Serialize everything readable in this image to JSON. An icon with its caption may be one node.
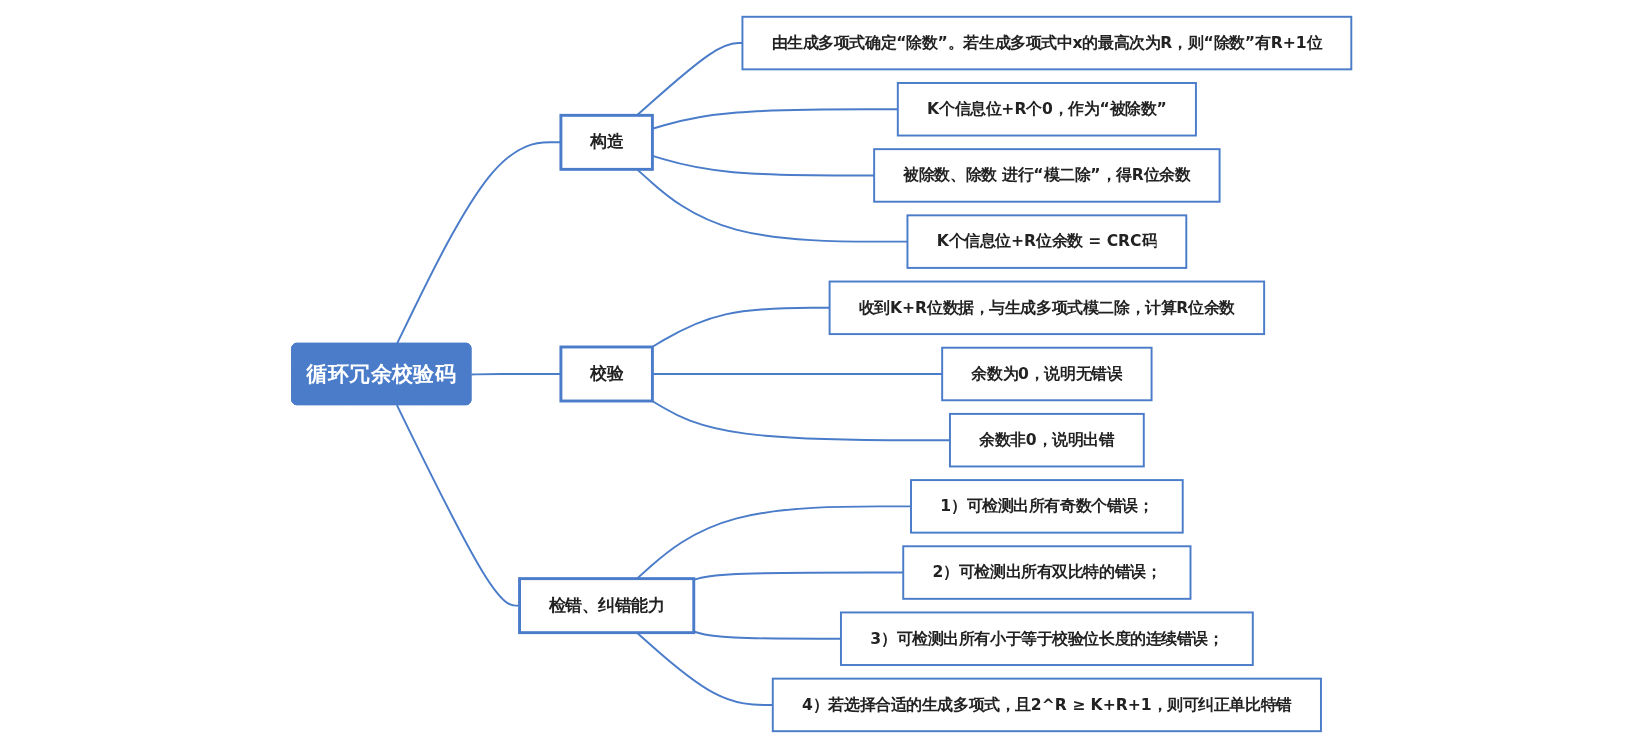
{
  "diagram": {
    "nodes": [
      {
        "text": [
          "循环冗余校验码"
        ]
      },
      {
        "text": [
          "构造"
        ]
      },
      {
        "text": [
          "由生成多项式确定“除数”。若生成多项式中x的最高次为R，则“除数”有R+1位"
        ]
      },
      {
        "text": [
          "K个信息位+R个0，作为“被除数”"
        ]
      },
      {
        "text": [
          "被除数、除数 进行“模二除”，得R位余数"
        ]
      },
      {
        "text": [
          "K个信息位+R位余数 = CRC码"
        ]
      },
      {
        "text": [
          "校验"
        ]
      },
      {
        "text": [
          "收到K+R位数据，与生成多项式模二除，计算R位余数"
        ]
      },
      {
        "text": [
          "余数为0，说明无错误"
        ]
      },
      {
        "text": [
          "余数非0，说明出错"
        ]
      },
      {
        "text": [
          "检错、纠错能力"
        ]
      },
      {
        "text": [
          "1）可检测出所有奇数个错误；"
        ]
      },
      {
        "text": [
          "2）可检测出所有双比特的错误；"
        ]
      },
      {
        "text": [
          "3）可检测出所有小于等于校验位长度的连续错误；"
        ]
      },
      {
        "text": [
          "4）若选择合适的生成多项式，且2^R ≥ K+R+1，则可纠正单比特错"
        ]
      }
    ],
    "edges": [
      {
        "from": 0,
        "to": 1,
        "arrow": "none"
      },
      {
        "from": 1,
        "to": 2,
        "arrow": "none"
      },
      {
        "from": 1,
        "to": 3,
        "arrow": "none"
      },
      {
        "from": 1,
        "to": 4,
        "arrow": "none"
      },
      {
        "from": 1,
        "to": 5,
        "arrow": "none"
      },
      {
        "from": 0,
        "to": 6,
        "arrow": "none"
      },
      {
        "from": 6,
        "to": 7,
        "arrow": "none"
      },
      {
        "from": 6,
        "to": 8,
        "arrow": "none"
      },
      {
        "from": 6,
        "to": 9,
        "arrow": "none"
      },
      {
        "from": 0,
        "to": 10,
        "arrow": "none"
      },
      {
        "from": 10,
        "to": 11,
        "arrow": "none"
      },
      {
        "from": 10,
        "to": 12,
        "arrow": "none"
      },
      {
        "from": 10,
        "to": 13,
        "arrow": "none"
      },
      {
        "from": 10,
        "to": 14,
        "arrow": "none"
      }
    ]
  }
}
